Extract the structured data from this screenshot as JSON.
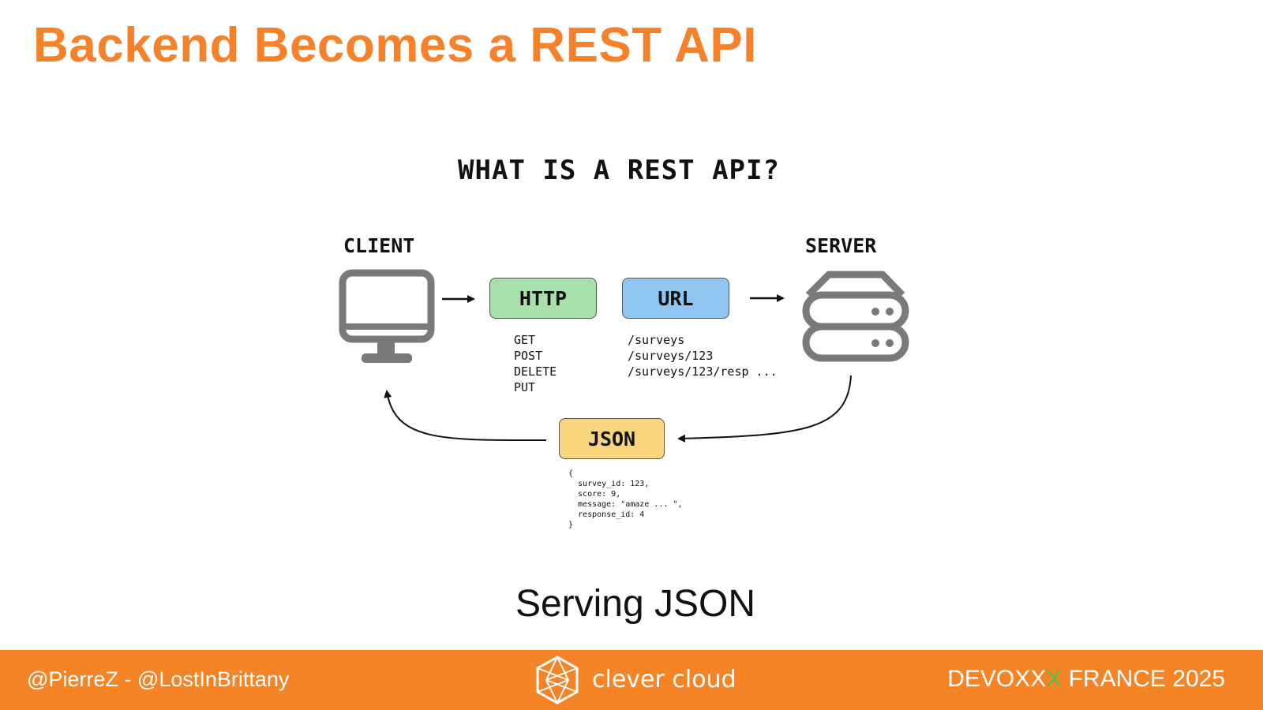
{
  "slide": {
    "title": "Backend Becomes a REST API",
    "subtitle": "Serving JSON"
  },
  "diagram": {
    "title": "WHAT IS A REST API?",
    "client_label": "CLIENT",
    "server_label": "SERVER",
    "http_label": "HTTP",
    "url_label": "URL",
    "json_label": "JSON",
    "methods": [
      "GET",
      "POST",
      "DELETE",
      "PUT"
    ],
    "urls": [
      "/surveys",
      "/surveys/123",
      "/surveys/123/resp ..."
    ],
    "json_lines": [
      "{",
      "  survey_id: 123,",
      "  score: 9,",
      "  message: \"amaze ... \",",
      "  response_id: 4",
      "}"
    ],
    "colors": {
      "http": "#a7e0ab",
      "url": "#90c4f1",
      "json": "#f9d57e",
      "icon_gray": "#7a7a7a"
    },
    "icons": [
      "monitor-icon",
      "server-icon"
    ]
  },
  "footer": {
    "handles": "@PierreZ  - @LostInBrittany",
    "brand": "clever cloud",
    "conference_prefix": "DEVOXX",
    "conference_x": "X",
    "conference_suffix": " FRANCE 2025",
    "colors": {
      "bar": "#f58426",
      "accent": "#56c04a"
    }
  }
}
